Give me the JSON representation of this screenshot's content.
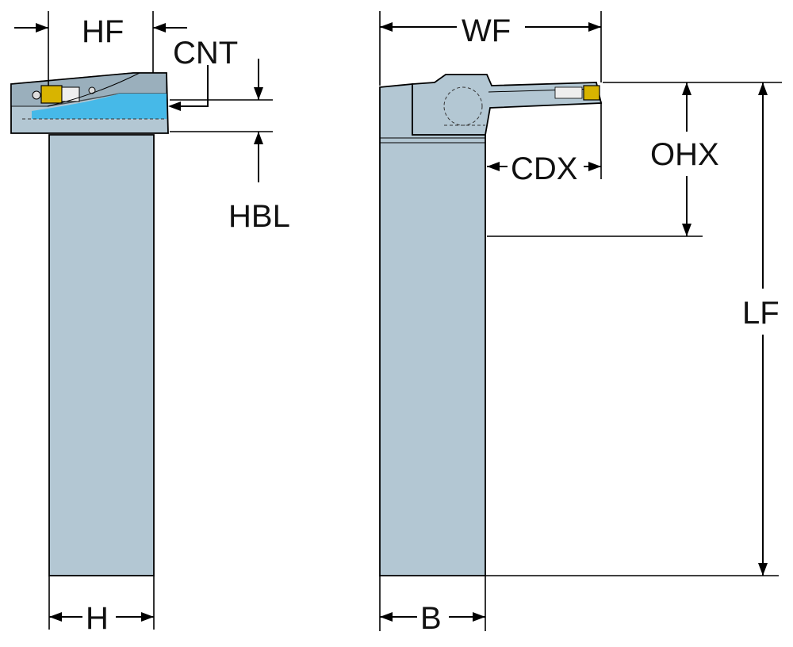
{
  "labels": {
    "hf": "HF",
    "cnt": "CNT",
    "hbl": "HBL",
    "h": "H",
    "wf": "WF",
    "cdx": "CDX",
    "ohx": "OHX",
    "lf": "LF",
    "b": "B"
  },
  "colors": {
    "body": "#b3c7d3",
    "coolant": "#46b9e8",
    "insert": "#d8b400"
  }
}
